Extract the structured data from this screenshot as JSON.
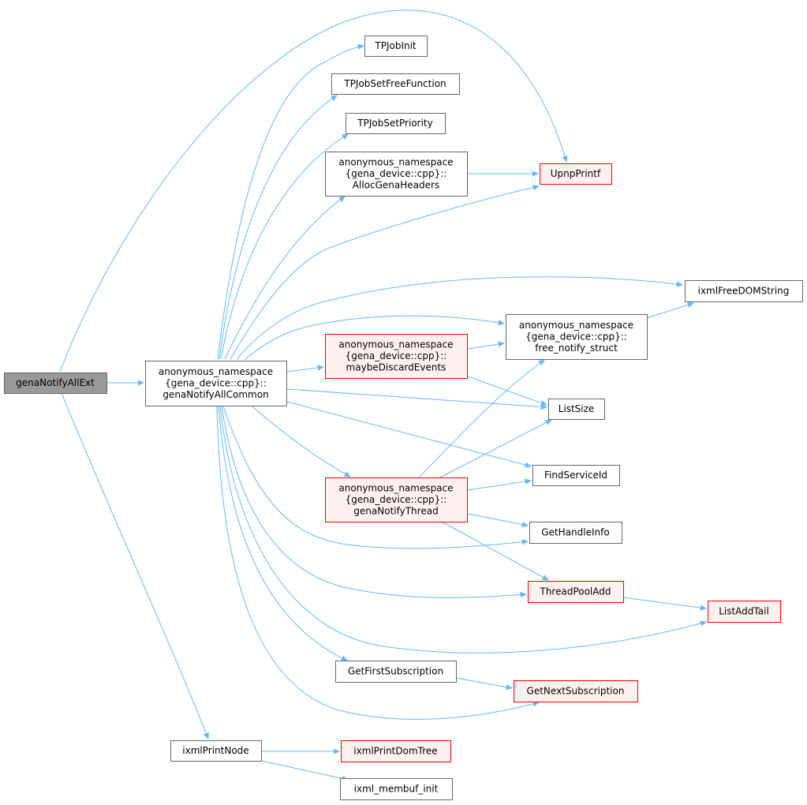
{
  "graph": {
    "colors": {
      "edge": "#63b8ff",
      "node_border": "#666666",
      "root_fill": "#999999",
      "missing_doc_border": "#ff0000",
      "missing_doc_fill": "#fff0f0"
    },
    "nodes": [
      {
        "id": "genaNotifyAllExt",
        "lines": [
          "genaNotifyAllExt"
        ],
        "style": "root"
      },
      {
        "id": "genaNotifyAllCommon",
        "lines": [
          "anonymous_namespace",
          "{gena_device::cpp}::",
          "genaNotifyAllCommon"
        ],
        "style": "plain"
      },
      {
        "id": "TPJobInit",
        "lines": [
          "TPJobInit"
        ],
        "style": "plain"
      },
      {
        "id": "TPJobSetFreeFunction",
        "lines": [
          "TPJobSetFreeFunction"
        ],
        "style": "plain"
      },
      {
        "id": "TPJobSetPriority",
        "lines": [
          "TPJobSetPriority"
        ],
        "style": "plain"
      },
      {
        "id": "AllocGenaHeaders",
        "lines": [
          "anonymous_namespace",
          "{gena_device::cpp}::",
          "AllocGenaHeaders"
        ],
        "style": "plain"
      },
      {
        "id": "UpnpPrintf",
        "lines": [
          "UpnpPrintf"
        ],
        "style": "red"
      },
      {
        "id": "ixmlFreeDOMString",
        "lines": [
          "ixmlFreeDOMString"
        ],
        "style": "plain"
      },
      {
        "id": "free_notify_struct",
        "lines": [
          "anonymous_namespace",
          "{gena_device::cpp}::",
          "free_notify_struct"
        ],
        "style": "plain"
      },
      {
        "id": "maybeDiscardEvents",
        "lines": [
          "anonymous_namespace",
          "{gena_device::cpp}::",
          "maybeDiscardEvents"
        ],
        "style": "red"
      },
      {
        "id": "ListSize",
        "lines": [
          "ListSize"
        ],
        "style": "plain"
      },
      {
        "id": "FindServiceId",
        "lines": [
          "FindServiceId"
        ],
        "style": "plain"
      },
      {
        "id": "genaNotifyThread",
        "lines": [
          "anonymous_namespace",
          "{gena_device::cpp}::",
          "genaNotifyThread"
        ],
        "style": "red"
      },
      {
        "id": "GetHandleInfo",
        "lines": [
          "GetHandleInfo"
        ],
        "style": "plain"
      },
      {
        "id": "ThreadPoolAdd",
        "lines": [
          "ThreadPoolAdd"
        ],
        "style": "red"
      },
      {
        "id": "ListAddTail",
        "lines": [
          "ListAddTail"
        ],
        "style": "red"
      },
      {
        "id": "GetFirstSubscription",
        "lines": [
          "GetFirstSubscription"
        ],
        "style": "plain"
      },
      {
        "id": "GetNextSubscription",
        "lines": [
          "GetNextSubscription"
        ],
        "style": "red"
      },
      {
        "id": "ixmlPrintNode",
        "lines": [
          "ixmlPrintNode"
        ],
        "style": "plain"
      },
      {
        "id": "ixmlPrintDomTree",
        "lines": [
          "ixmlPrintDomTree"
        ],
        "style": "red"
      },
      {
        "id": "ixml_membuf_init",
        "lines": [
          "ixml_membuf_init"
        ],
        "style": "plain"
      }
    ],
    "edges": [
      {
        "from": "genaNotifyAllExt",
        "to": "genaNotifyAllCommon"
      },
      {
        "from": "genaNotifyAllExt",
        "to": "UpnpPrintf"
      },
      {
        "from": "genaNotifyAllExt",
        "to": "ixmlPrintNode"
      },
      {
        "from": "genaNotifyAllCommon",
        "to": "TPJobInit"
      },
      {
        "from": "genaNotifyAllCommon",
        "to": "TPJobSetFreeFunction"
      },
      {
        "from": "genaNotifyAllCommon",
        "to": "TPJobSetPriority"
      },
      {
        "from": "genaNotifyAllCommon",
        "to": "AllocGenaHeaders"
      },
      {
        "from": "genaNotifyAllCommon",
        "to": "UpnpPrintf"
      },
      {
        "from": "genaNotifyAllCommon",
        "to": "ixmlFreeDOMString"
      },
      {
        "from": "genaNotifyAllCommon",
        "to": "free_notify_struct"
      },
      {
        "from": "genaNotifyAllCommon",
        "to": "maybeDiscardEvents"
      },
      {
        "from": "genaNotifyAllCommon",
        "to": "ListSize"
      },
      {
        "from": "genaNotifyAllCommon",
        "to": "FindServiceId"
      },
      {
        "from": "genaNotifyAllCommon",
        "to": "genaNotifyThread"
      },
      {
        "from": "genaNotifyAllCommon",
        "to": "GetHandleInfo"
      },
      {
        "from": "genaNotifyAllCommon",
        "to": "ThreadPoolAdd"
      },
      {
        "from": "genaNotifyAllCommon",
        "to": "ListAddTail"
      },
      {
        "from": "genaNotifyAllCommon",
        "to": "GetFirstSubscription"
      },
      {
        "from": "genaNotifyAllCommon",
        "to": "GetNextSubscription"
      },
      {
        "from": "AllocGenaHeaders",
        "to": "UpnpPrintf"
      },
      {
        "from": "free_notify_struct",
        "to": "ixmlFreeDOMString"
      },
      {
        "from": "maybeDiscardEvents",
        "to": "free_notify_struct"
      },
      {
        "from": "maybeDiscardEvents",
        "to": "ListSize"
      },
      {
        "from": "genaNotifyThread",
        "to": "free_notify_struct"
      },
      {
        "from": "genaNotifyThread",
        "to": "ListSize"
      },
      {
        "from": "genaNotifyThread",
        "to": "FindServiceId"
      },
      {
        "from": "genaNotifyThread",
        "to": "GetHandleInfo"
      },
      {
        "from": "genaNotifyThread",
        "to": "ThreadPoolAdd"
      },
      {
        "from": "ThreadPoolAdd",
        "to": "ListAddTail"
      },
      {
        "from": "GetFirstSubscription",
        "to": "GetNextSubscription"
      },
      {
        "from": "ixmlPrintNode",
        "to": "ixmlPrintDomTree"
      },
      {
        "from": "ixmlPrintNode",
        "to": "ixml_membuf_init"
      }
    ]
  }
}
